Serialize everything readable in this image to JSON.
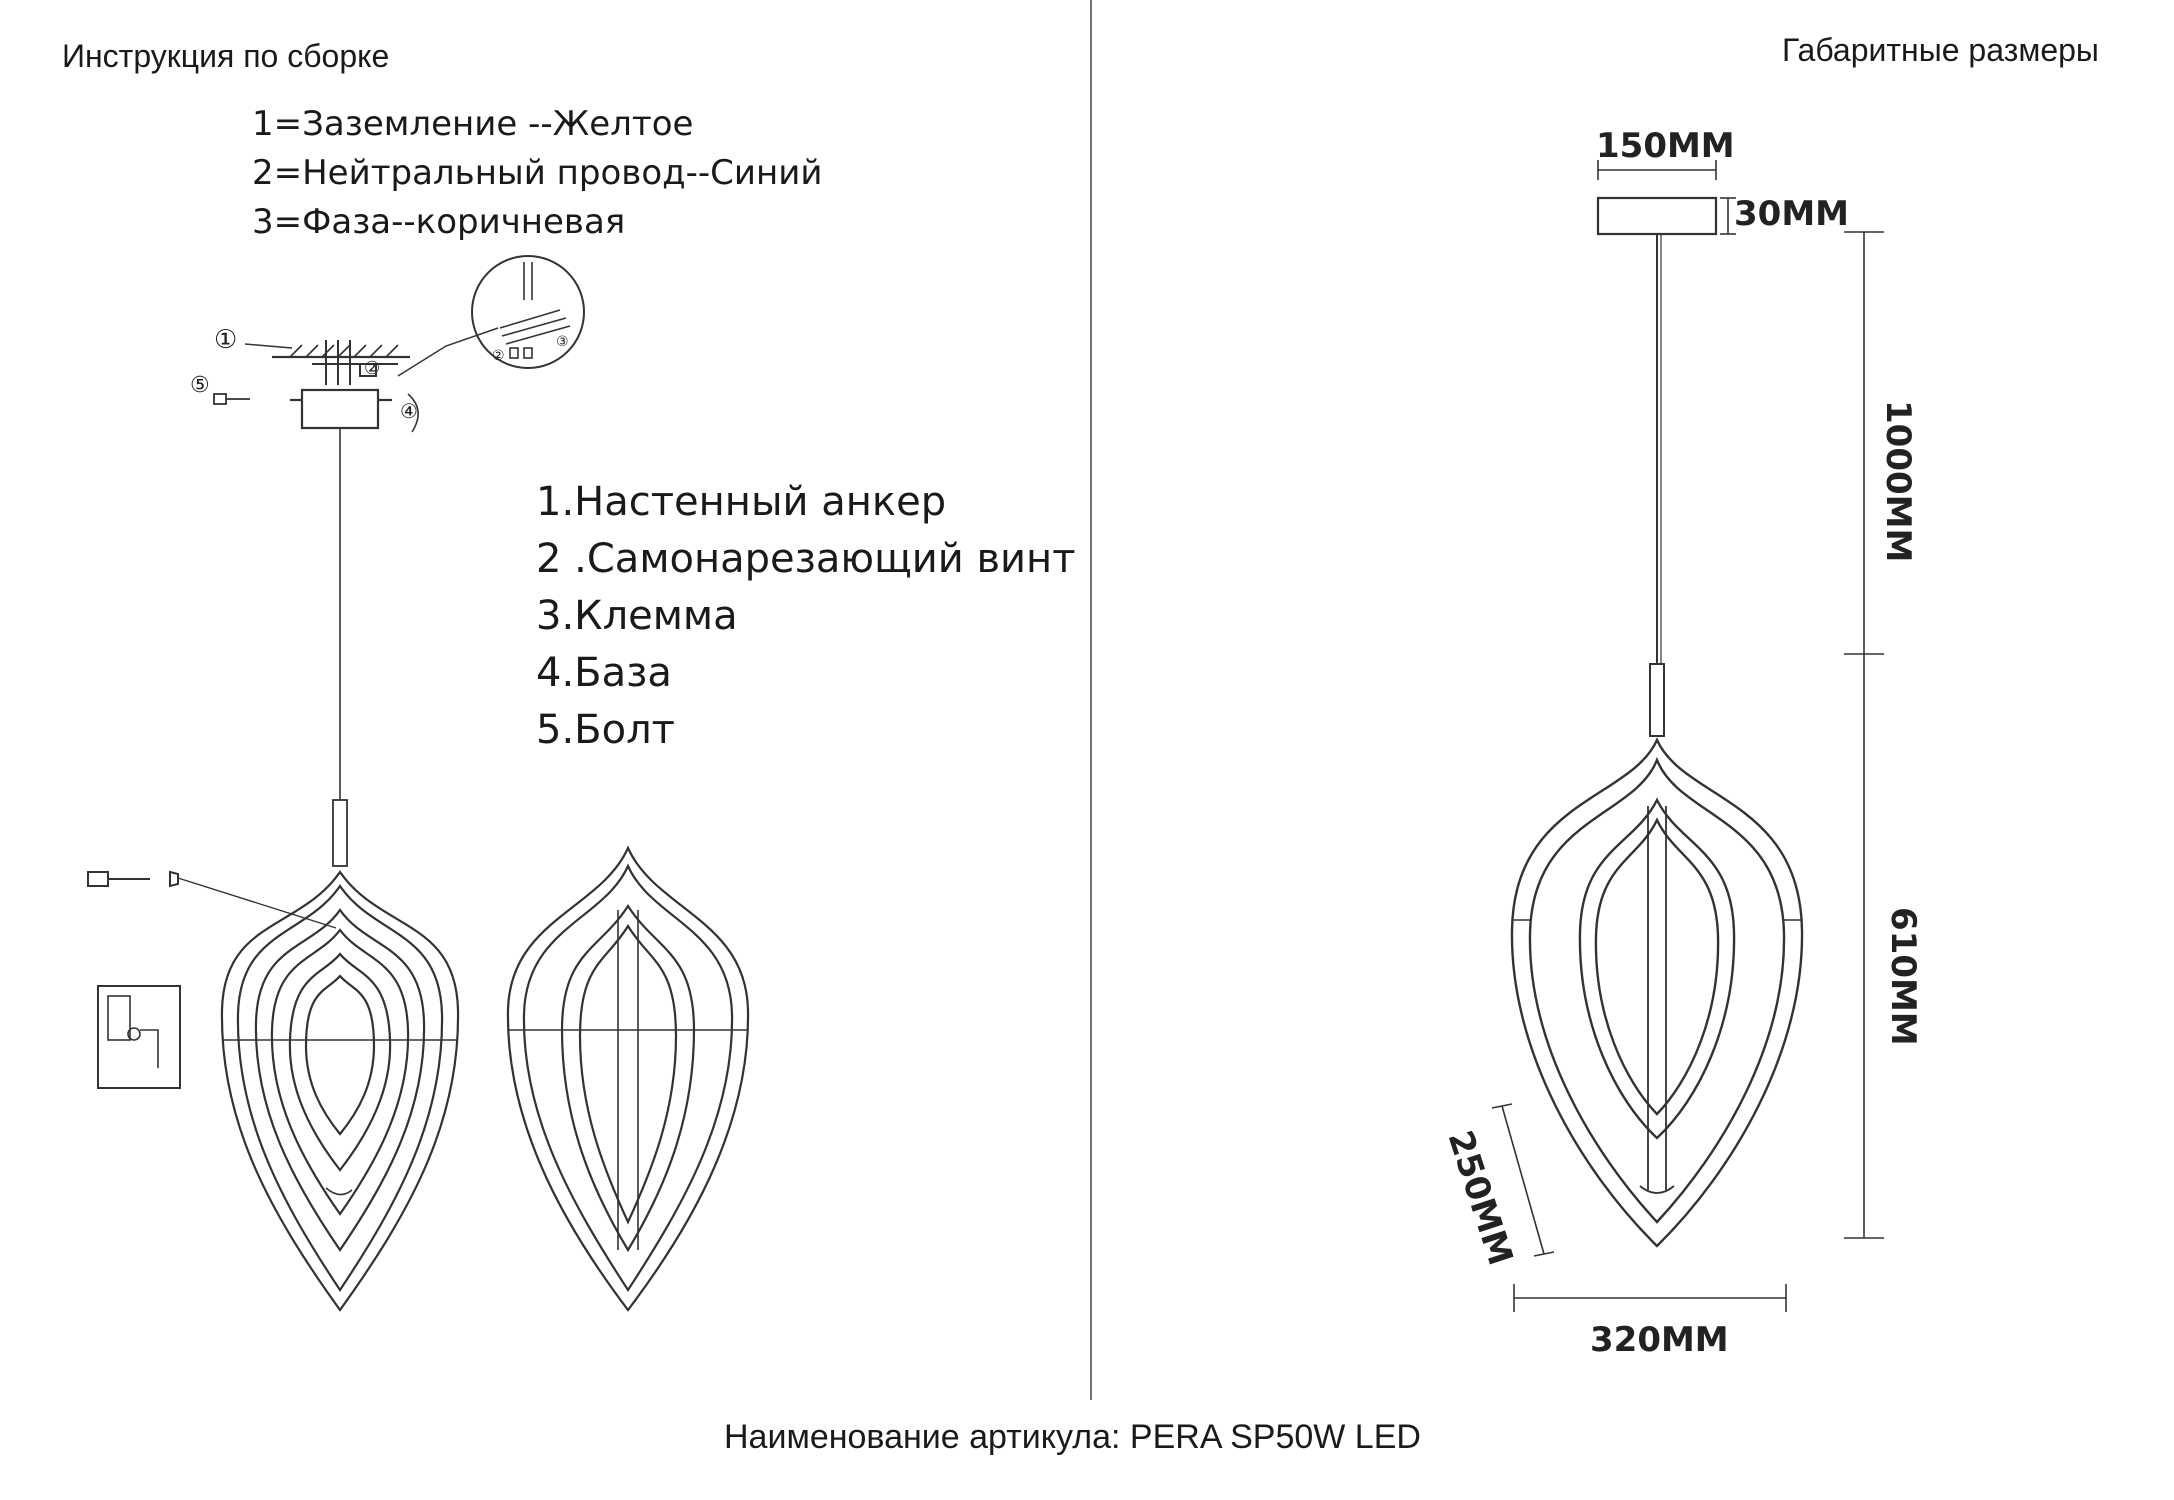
{
  "headers": {
    "assembly": "Инструкция по сборке",
    "dimensions": "Габаритные размеры"
  },
  "wires": [
    "1=Заземление --Желтое",
    "2=Нейтральный провод--Синий",
    "3=Фаза--коричневая"
  ],
  "parts": [
    "1.Настенный анкер",
    "2 .Самонарезающий винт",
    "3.Клемма",
    "4.База",
    "5.Болт"
  ],
  "callouts": [
    "①",
    "②",
    "③",
    "④",
    "⑤"
  ],
  "dims": {
    "canopy_width": "150MM",
    "canopy_height": "30MM",
    "cable": "1000MM",
    "shade_height": "610MM",
    "shade_depth": "250MM",
    "shade_width": "320MM"
  },
  "footer": "Наименование артикула: PERA SP50W LED"
}
